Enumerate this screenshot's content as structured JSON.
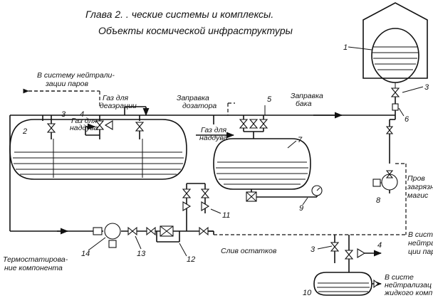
{
  "header": {
    "line1": "Глава 2. .         ческие системы и комплексы.",
    "line2": "Объекты космической инфраструктуры"
  },
  "labels": {
    "to_neutralization_l1": "В систему нейтрали-",
    "to_neutralization_l2": "зации паров",
    "gas_deaeration_l1": "Газ для",
    "gas_deaeration_l2": "деаэрации",
    "refill_dosator_l1": "Заправка",
    "refill_dosator_l2": "дозатора",
    "refill_tank_l1": "Заправка",
    "refill_tank_l2": "бака",
    "gas_pressurize_a_l1": "Газ для",
    "gas_pressurize_a_l2": "наддува",
    "gas_pressurize_b_l1": "Газ для",
    "gas_pressurize_b_l2": "наддува",
    "thermostat_l1": "Термостатирова-",
    "thermostat_l2": "ние компонента",
    "drain": "Слив остатков",
    "right_a_l1": "Пров",
    "right_a_l2": "загрязн",
    "right_a_l3": "магис",
    "right_b_l1": "В сист",
    "right_b_l2": "нейтра",
    "right_b_l3": "ции пар",
    "right_c_l1": "В систе",
    "right_c_l2": "нейтрализац",
    "right_c_l3": "жидкого комп"
  },
  "numbers": {
    "n1": "1",
    "n2": "2",
    "n3a": "3",
    "n4a": "4",
    "n3b": "3",
    "n4b": "4",
    "n3c": "3",
    "n5": "5",
    "n6": "6",
    "n7": "7",
    "n8": "8",
    "n9": "9",
    "n10": "10",
    "n11": "11",
    "n12": "12",
    "n13": "13",
    "n14": "14"
  }
}
